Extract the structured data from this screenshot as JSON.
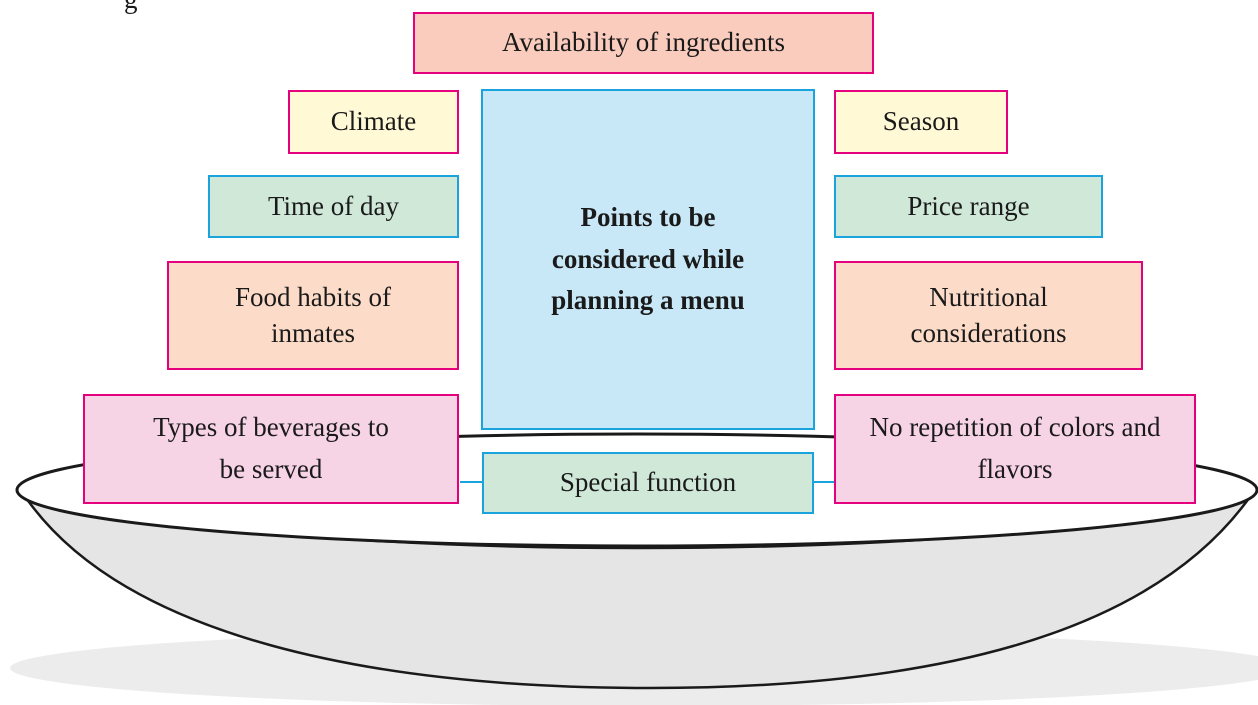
{
  "diagram": {
    "header_fragment": "g",
    "center": "Points to be considered while planning a menu",
    "top": "Availability of ingredients",
    "left": [
      "Climate",
      "Time of day",
      "Food habits of inmates",
      "Types of beverages to be served"
    ],
    "right": [
      "Season",
      "Price range",
      "Nutritional considerations",
      "No repetition of colors and flavors"
    ],
    "bottom": "Special function"
  },
  "colors": {
    "magenta_border": "#e5007e",
    "cyan_border": "#1aa3dc",
    "salmon_fill": "#f9ccbd",
    "yellow_fill": "#fff9d6",
    "green_fill": "#cfe8d8",
    "peach_fill": "#fcdcc8",
    "pink_fill": "#f7d3e6",
    "blue_fill": "#c8e8f8",
    "plate_fill": "#e6e6e6",
    "shadow_fill": "#ededed"
  }
}
